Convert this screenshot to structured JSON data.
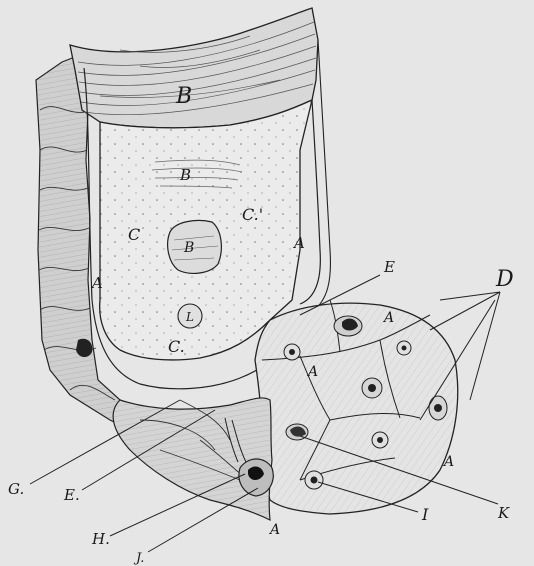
{
  "figure": {
    "labels": {
      "top_B": "B",
      "inner_B1": "B",
      "inner_B2": "B",
      "C_left": "C",
      "C_prime": "C.'",
      "C_bottom": "C.",
      "L": "L",
      "A_left": "A",
      "A_right": "A",
      "A_upper": "A",
      "A_mid": "A",
      "A_lower": "A",
      "A_bottom": "A",
      "E_top": "E",
      "E_left": "E.",
      "D": "D",
      "G": "G.",
      "H": "H.",
      "J": "J.",
      "I": "I",
      "K": "K"
    }
  }
}
